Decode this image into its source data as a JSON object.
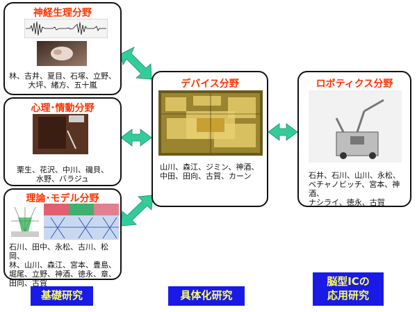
{
  "boxes": {
    "neuro": {
      "title": "神経生理分野",
      "names": "林、吉井、夏目、石塚、立野、\n大坪、緒方、五十嵐"
    },
    "psych": {
      "title": "心理･情動分野",
      "names": "栗生、花沢、中川、磯貝、\n水野、バラジュ"
    },
    "theory": {
      "title": "理論･モデル分野",
      "names": "石川、田中、永松、古川、松岡、\n林、山川、森江、宮本、豊島、\n堀尾、立野、神酒、徳永、章、\n田向、古賀"
    },
    "device": {
      "title": "デバイス分野",
      "names": "山川、森江、ジミン、神酒、\n中田、田向、古賀、カーン"
    },
    "robotics": {
      "title": "ロボティクス分野",
      "names": "石井、石川、山川、永松、\nベチャノビッチ、宮本、神酒、\nナシライ、徳永、古賀"
    }
  },
  "footers": {
    "basic": "基礎研究",
    "concrete": "具体化研究",
    "applied": "脳型ICの\n応用研究"
  },
  "colors": {
    "title": "#ff3300",
    "footer_bg": "#1a1ae6",
    "footer_text": "#ffff66",
    "arrow": "#33cc99"
  }
}
